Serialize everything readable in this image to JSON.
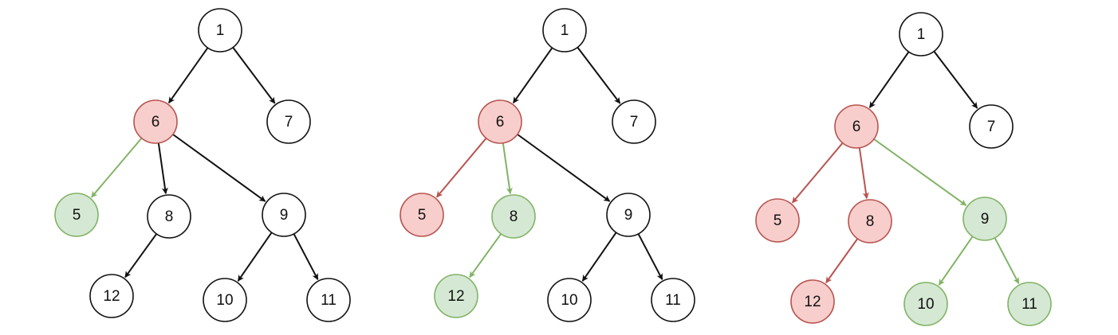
{
  "colors": {
    "default_fill": "#ffffff",
    "default_stroke": "#111111",
    "red_fill": "#f8cecc",
    "red_stroke": "#b85450",
    "green_fill": "#d5e8d4",
    "green_stroke": "#82b366",
    "black_edge": "#111111",
    "red_edge": "#b85450",
    "green_edge": "#82b366"
  },
  "diagrams": [
    {
      "nodes": [
        {
          "id": "n1",
          "label": "1",
          "state": "default"
        },
        {
          "id": "n6",
          "label": "6",
          "state": "red"
        },
        {
          "id": "n7",
          "label": "7",
          "state": "default"
        },
        {
          "id": "n5",
          "label": "5",
          "state": "green"
        },
        {
          "id": "n8",
          "label": "8",
          "state": "default"
        },
        {
          "id": "n9",
          "label": "9",
          "state": "default"
        },
        {
          "id": "n12",
          "label": "12",
          "state": "default"
        },
        {
          "id": "n10",
          "label": "10",
          "state": "default"
        },
        {
          "id": "n11",
          "label": "11",
          "state": "default"
        }
      ],
      "edges": [
        {
          "from": "n1",
          "to": "n6",
          "color": "black"
        },
        {
          "from": "n1",
          "to": "n7",
          "color": "black"
        },
        {
          "from": "n6",
          "to": "n5",
          "color": "green"
        },
        {
          "from": "n6",
          "to": "n8",
          "color": "black"
        },
        {
          "from": "n6",
          "to": "n9",
          "color": "black"
        },
        {
          "from": "n8",
          "to": "n12",
          "color": "black"
        },
        {
          "from": "n9",
          "to": "n10",
          "color": "black"
        },
        {
          "from": "n9",
          "to": "n11",
          "color": "black"
        }
      ]
    },
    {
      "nodes": [
        {
          "id": "n1",
          "label": "1",
          "state": "default"
        },
        {
          "id": "n6",
          "label": "6",
          "state": "red"
        },
        {
          "id": "n7",
          "label": "7",
          "state": "default"
        },
        {
          "id": "n5",
          "label": "5",
          "state": "red"
        },
        {
          "id": "n8",
          "label": "8",
          "state": "green"
        },
        {
          "id": "n9",
          "label": "9",
          "state": "default"
        },
        {
          "id": "n12",
          "label": "12",
          "state": "green"
        },
        {
          "id": "n10",
          "label": "10",
          "state": "default"
        },
        {
          "id": "n11",
          "label": "11",
          "state": "default"
        }
      ],
      "edges": [
        {
          "from": "n1",
          "to": "n6",
          "color": "black"
        },
        {
          "from": "n1",
          "to": "n7",
          "color": "black"
        },
        {
          "from": "n6",
          "to": "n5",
          "color": "red"
        },
        {
          "from": "n6",
          "to": "n8",
          "color": "green"
        },
        {
          "from": "n6",
          "to": "n9",
          "color": "black"
        },
        {
          "from": "n8",
          "to": "n12",
          "color": "green"
        },
        {
          "from": "n9",
          "to": "n10",
          "color": "black"
        },
        {
          "from": "n9",
          "to": "n11",
          "color": "black"
        }
      ]
    },
    {
      "nodes": [
        {
          "id": "n1",
          "label": "1",
          "state": "default"
        },
        {
          "id": "n6",
          "label": "6",
          "state": "red"
        },
        {
          "id": "n7",
          "label": "7",
          "state": "default"
        },
        {
          "id": "n5",
          "label": "5",
          "state": "red"
        },
        {
          "id": "n8",
          "label": "8",
          "state": "red"
        },
        {
          "id": "n9",
          "label": "9",
          "state": "green"
        },
        {
          "id": "n12",
          "label": "12",
          "state": "red"
        },
        {
          "id": "n10",
          "label": "10",
          "state": "green"
        },
        {
          "id": "n11",
          "label": "11",
          "state": "green"
        }
      ],
      "edges": [
        {
          "from": "n1",
          "to": "n6",
          "color": "black"
        },
        {
          "from": "n1",
          "to": "n7",
          "color": "black"
        },
        {
          "from": "n6",
          "to": "n5",
          "color": "red"
        },
        {
          "from": "n6",
          "to": "n8",
          "color": "red"
        },
        {
          "from": "n6",
          "to": "n9",
          "color": "green"
        },
        {
          "from": "n8",
          "to": "n12",
          "color": "red"
        },
        {
          "from": "n9",
          "to": "n10",
          "color": "green"
        },
        {
          "from": "n9",
          "to": "n11",
          "color": "green"
        }
      ]
    }
  ]
}
